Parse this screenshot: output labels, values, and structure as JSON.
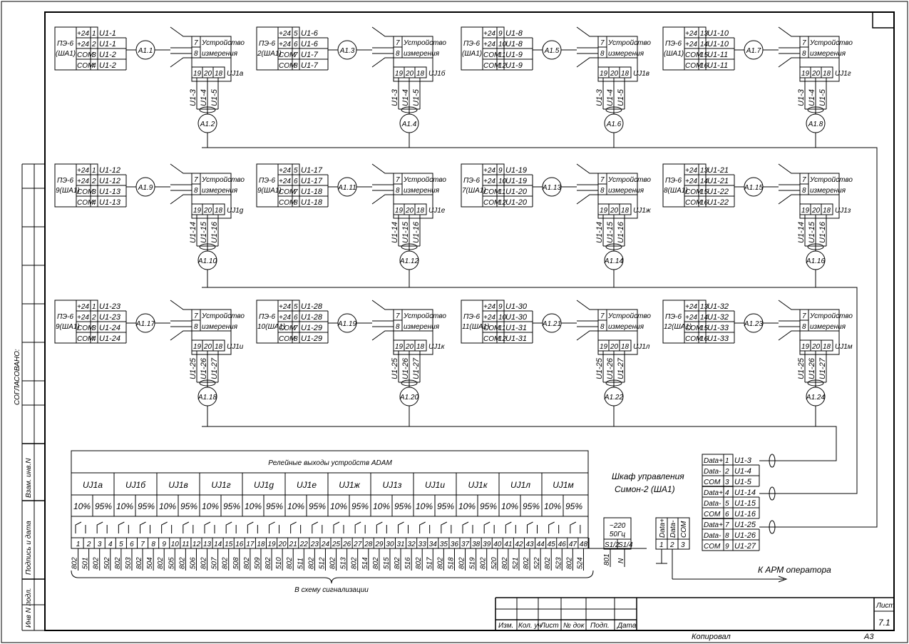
{
  "frame": {
    "side_labels": [
      "Инв N подл.",
      "Подпись и дата",
      "Взам. инв.N",
      "СОГЛАСОВАНО:"
    ],
    "title_block": {
      "headers": [
        "Изм.",
        "Кол. уч",
        "Лист",
        "№ док",
        "Подп.",
        "Дата"
      ],
      "sheet_label": "Лист",
      "sheet_number": "7.1"
    },
    "footer": {
      "copied": "Копировал",
      "format": "А3"
    }
  },
  "modules": [
    {
      "pe": "ПЭ-6",
      "pe_sub": "(ША1)",
      "terms": [
        [
          "+24",
          "1"
        ],
        [
          "+24",
          "2"
        ],
        [
          "COM",
          "3"
        ],
        [
          "COM",
          "4"
        ]
      ],
      "wires": [
        "U1-1",
        "U1-1",
        "U1-2",
        "U1-2"
      ],
      "a_in": "A1.1",
      "dev": "UJ1а",
      "sig": [
        "U1-3",
        "U1-4",
        "U1-5"
      ],
      "a_out": "A1.2"
    },
    {
      "pe": "ПЭ-6",
      "pe_sub": "2(ША1)",
      "terms": [
        [
          "+24",
          "5"
        ],
        [
          "+24",
          "6"
        ],
        [
          "COM",
          "7"
        ],
        [
          "COM",
          "8"
        ]
      ],
      "wires": [
        "U1-6",
        "U1-6",
        "U1-7",
        "U1-7"
      ],
      "a_in": "A1.3",
      "dev": "UJ1б",
      "sig": [
        "U1-3",
        "U1-4",
        "U1-5"
      ],
      "a_out": "A1.4"
    },
    {
      "pe": "ПЭ-6",
      "pe_sub": "(ША1)",
      "terms": [
        [
          "+24",
          "9"
        ],
        [
          "+24",
          "10"
        ],
        [
          "COM",
          "11"
        ],
        [
          "COM",
          "12"
        ]
      ],
      "wires": [
        "U1-8",
        "U1-8",
        "U1-9",
        "U1-9"
      ],
      "a_in": "A1.5",
      "dev": "UJ1в",
      "sig": [
        "U1-3",
        "U1-4",
        "U1-5"
      ],
      "a_out": "A1.6"
    },
    {
      "pe": "ПЭ-6",
      "pe_sub": "(ША1)",
      "terms": [
        [
          "+24",
          "13"
        ],
        [
          "+24",
          "14"
        ],
        [
          "COM",
          "15"
        ],
        [
          "COM",
          "16"
        ]
      ],
      "wires": [
        "U1-10",
        "U1-10",
        "U1-11",
        "U1-11"
      ],
      "a_in": "A1.7",
      "dev": "UJ1г",
      "sig": [
        "U1-3",
        "U1-4",
        "U1-5"
      ],
      "a_out": "A1.8"
    },
    {
      "pe": "ПЭ-6",
      "pe_sub": "9(ША1)",
      "terms": [
        [
          "+24",
          "1"
        ],
        [
          "+24",
          "2"
        ],
        [
          "COM",
          "3"
        ],
        [
          "COM",
          "4"
        ]
      ],
      "wires": [
        "U1-12",
        "U1-12",
        "U1-13",
        "U1-13"
      ],
      "a_in": "A1.9",
      "dev": "UJ1g",
      "sig": [
        "U1-14",
        "U1-15",
        "U1-16"
      ],
      "a_out": "A1.10"
    },
    {
      "pe": "ПЭ-6",
      "pe_sub": "9(ША1)",
      "terms": [
        [
          "+24",
          "5"
        ],
        [
          "+24",
          "6"
        ],
        [
          "COM",
          "7"
        ],
        [
          "COM",
          "8"
        ]
      ],
      "wires": [
        "U1-17",
        "U1-17",
        "U1-18",
        "U1-18"
      ],
      "a_in": "A1.11",
      "dev": "UJ1е",
      "sig": [
        "U1-14",
        "U1-15",
        "U1-16"
      ],
      "a_out": "A1.12"
    },
    {
      "pe": "ПЭ-6",
      "pe_sub": "7(ША1)",
      "terms": [
        [
          "+24",
          "9"
        ],
        [
          "+24",
          "10"
        ],
        [
          "COM",
          "11"
        ],
        [
          "COM",
          "12"
        ]
      ],
      "wires": [
        "U1-19",
        "U1-19",
        "U1-20",
        "U1-20"
      ],
      "a_in": "A1.13",
      "dev": "UJ1ж",
      "sig": [
        "U1-14",
        "U1-15",
        "U1-16"
      ],
      "a_out": "A1.14"
    },
    {
      "pe": "ПЭ-6",
      "pe_sub": "8(ША1)",
      "terms": [
        [
          "+24",
          "13"
        ],
        [
          "+24",
          "14"
        ],
        [
          "COM",
          "15"
        ],
        [
          "COM",
          "16"
        ]
      ],
      "wires": [
        "U1-21",
        "U1-21",
        "U1-22",
        "U1-22"
      ],
      "a_in": "A1.15",
      "dev": "UJ1з",
      "sig": [
        "U1-14",
        "U1-15",
        "U1-16"
      ],
      "a_out": "A1.16"
    },
    {
      "pe": "ПЭ-6",
      "pe_sub": "9(ША1)",
      "terms": [
        [
          "+24",
          "1"
        ],
        [
          "+24",
          "2"
        ],
        [
          "COM",
          "3"
        ],
        [
          "COM",
          "4"
        ]
      ],
      "wires": [
        "U1-23",
        "U1-23",
        "U1-24",
        "U1-24"
      ],
      "a_in": "A1.17",
      "dev": "UJ1и",
      "sig": [
        "U1-25",
        "U1-26",
        "U1-27"
      ],
      "a_out": "A1.18"
    },
    {
      "pe": "ПЭ-6",
      "pe_sub": "10(ША1)",
      "terms": [
        [
          "+24",
          "5"
        ],
        [
          "+24",
          "6"
        ],
        [
          "COM",
          "7"
        ],
        [
          "COM",
          "8"
        ]
      ],
      "wires": [
        "U1-28",
        "U1-28",
        "U1-29",
        "U1-29"
      ],
      "a_in": "A1.19",
      "dev": "UJ1к",
      "sig": [
        "U1-25",
        "U1-26",
        "U1-27"
      ],
      "a_out": "A1.20"
    },
    {
      "pe": "ПЭ-6",
      "pe_sub": "11(ША1)",
      "terms": [
        [
          "+24",
          "9"
        ],
        [
          "+24",
          "10"
        ],
        [
          "COM",
          "11"
        ],
        [
          "COM",
          "12"
        ]
      ],
      "wires": [
        "U1-30",
        "U1-30",
        "U1-31",
        "U1-31"
      ],
      "a_in": "A1.21",
      "dev": "UJ1л",
      "sig": [
        "U1-25",
        "U1-26",
        "U1-27"
      ],
      "a_out": "A1.22"
    },
    {
      "pe": "ПЭ-6",
      "pe_sub": "12(ША1)",
      "terms": [
        [
          "+24",
          "13"
        ],
        [
          "+24",
          "14"
        ],
        [
          "COM",
          "15"
        ],
        [
          "COM",
          "16"
        ]
      ],
      "wires": [
        "U1-32",
        "U1-32",
        "U1-33",
        "U1-33"
      ],
      "a_in": "A1.23",
      "dev": "UJ1м",
      "sig": [
        "U1-25",
        "U1-26",
        "U1-27"
      ],
      "a_out": "A1.24"
    }
  ],
  "device": {
    "line1": "Устройство",
    "line2": "измерения",
    "pins_top": [
      "7",
      "8"
    ],
    "pins_bottom": [
      "19",
      "20",
      "18"
    ]
  },
  "relay_table": {
    "title": "Релейные выходы устройств ADAM",
    "devices": [
      "UJ1а",
      "UJ1б",
      "UJ1в",
      "UJ1г",
      "UJ1g",
      "UJ1е",
      "UJ1ж",
      "UJ1з",
      "UJ1и",
      "UJ1к",
      "UJ1л",
      "UJ1м"
    ],
    "levels": [
      "10%",
      "95%"
    ],
    "terminals": [
      "1",
      "2",
      "3",
      "4",
      "5",
      "6",
      "7",
      "8",
      "9",
      "10",
      "11",
      "12",
      "13",
      "14",
      "15",
      "16",
      "17",
      "18",
      "19",
      "20",
      "21",
      "22",
      "23",
      "24",
      "25",
      "26",
      "27",
      "28",
      "29",
      "30",
      "31",
      "32",
      "33",
      "34",
      "35",
      "36",
      "37",
      "38",
      "39",
      "40",
      "41",
      "42",
      "43",
      "44",
      "45",
      "46",
      "47",
      "48"
    ],
    "wires": [
      "802",
      "501",
      "802",
      "502",
      "802",
      "503",
      "802",
      "504",
      "802",
      "505",
      "802",
      "506",
      "802",
      "507",
      "802",
      "508",
      "802",
      "509",
      "802",
      "510",
      "802",
      "511",
      "802",
      "512",
      "802",
      "513",
      "802",
      "514",
      "802",
      "515",
      "802",
      "516",
      "802",
      "517",
      "802",
      "518",
      "802",
      "519",
      "802",
      "520",
      "802",
      "521",
      "802",
      "522",
      "802",
      "523",
      "802",
      "524"
    ],
    "footer": "В схему сигнализации"
  },
  "cabinet": {
    "title_line1": "Шкаф управления",
    "title_line2": "Симон-2 (ША1)",
    "power": {
      "line1": "~220",
      "line2": "50Гц",
      "terms": [
        "S1/2",
        "S1/4"
      ],
      "wires": [
        "801",
        "N"
      ]
    },
    "data_block": {
      "labels": [
        "Data+",
        "Data-",
        "COM"
      ],
      "terms": [
        "1",
        "2",
        "3"
      ]
    },
    "arm_label": "К АРМ оператора",
    "bus": [
      {
        "label": "Data+",
        "term": "1",
        "wire": "U1-3"
      },
      {
        "label": "Data-",
        "term": "2",
        "wire": "U1-4"
      },
      {
        "label": "COM",
        "term": "3",
        "wire": "U1-5"
      },
      {
        "label": "Data+",
        "term": "4",
        "wire": "U1-14"
      },
      {
        "label": "Data-",
        "term": "5",
        "wire": "U1-15"
      },
      {
        "label": "COM",
        "term": "6",
        "wire": "U1-16"
      },
      {
        "label": "Data+",
        "term": "7",
        "wire": "U1-25"
      },
      {
        "label": "Data-",
        "term": "8",
        "wire": "U1-26"
      },
      {
        "label": "COM",
        "term": "9",
        "wire": "U1-27"
      }
    ]
  }
}
